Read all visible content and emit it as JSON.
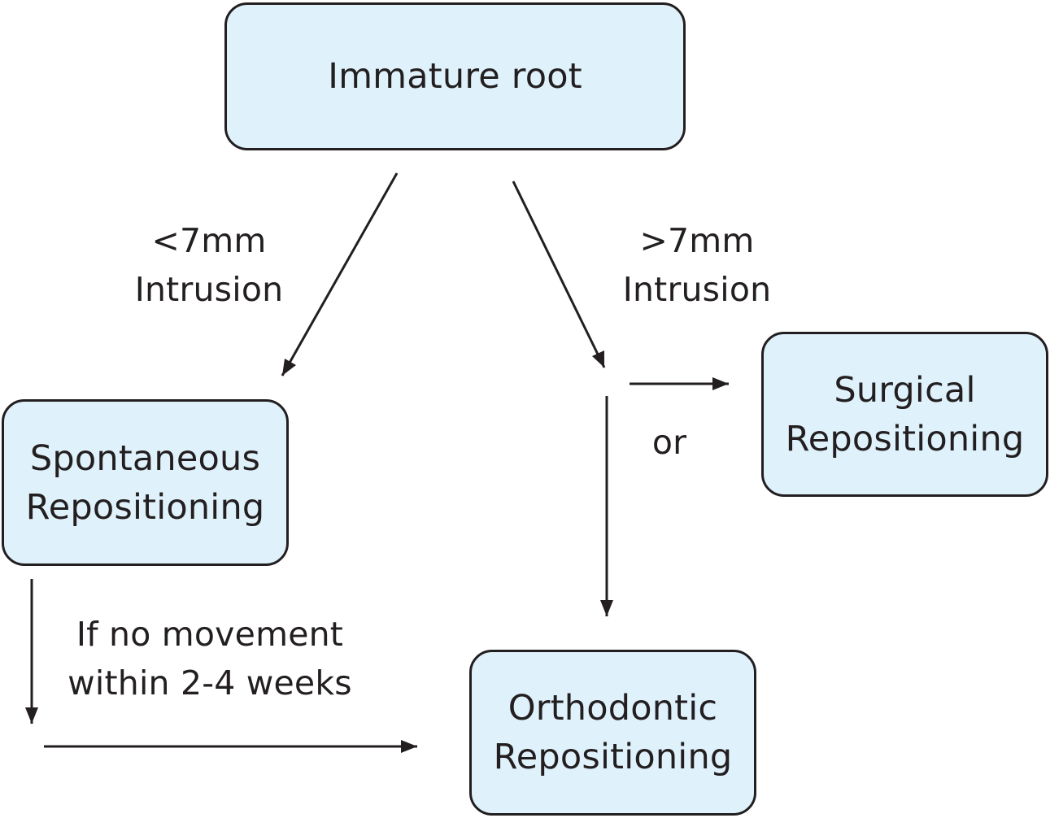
{
  "nodes": {
    "immature_root": {
      "lines": [
        "Immature root"
      ]
    },
    "spontaneous": {
      "lines": [
        "Spontaneous",
        "Repositioning"
      ]
    },
    "surgical": {
      "lines": [
        "Surgical",
        "Repositioning"
      ]
    },
    "orthodontic": {
      "lines": [
        "Orthodontic",
        "Repositioning"
      ]
    }
  },
  "edge_labels": {
    "less_7mm": [
      "<7mm",
      "Intrusion"
    ],
    "more_7mm": [
      ">7mm",
      "Intrusion"
    ],
    "or": "or",
    "no_movement": [
      "If no movement",
      "within 2-4 weeks"
    ]
  },
  "colors": {
    "box_fill": "#dff1fb",
    "stroke": "#231f20"
  }
}
